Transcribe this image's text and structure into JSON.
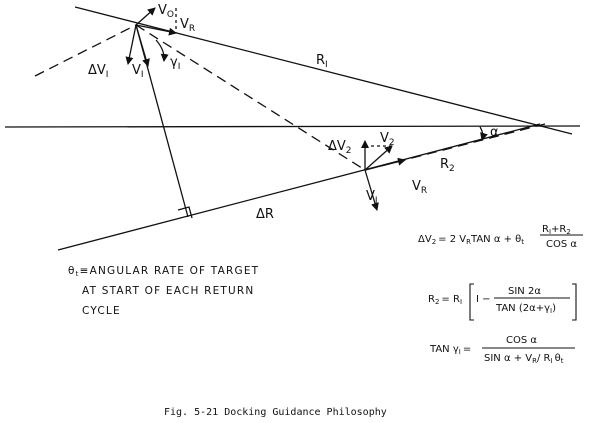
{
  "labels": {
    "v0": "V",
    "v0_sub": "O",
    "vr_top": "V",
    "vr_top_sub": "R",
    "dv1": "ΔV",
    "dv1_sub": "I",
    "v1_top": "V",
    "v1_top_sub": "I",
    "gamma1": "γ",
    "gamma1_sub": "I",
    "r1": "R",
    "r1_sub": "I",
    "dv2": "ΔV",
    "dv2_sub": "2",
    "v2": "V",
    "v2_sub": "2",
    "r2": "R",
    "r2_sub": "2",
    "vr_low": "V",
    "vr_low_sub": "R",
    "v1_low": "V",
    "v1_low_sub": "I",
    "alpha": "α",
    "dr": "ΔR"
  },
  "equations": {
    "eq1_lhs": "ΔV",
    "eq1_lhs_sub": "2",
    "eq1_mid": "= 2 V",
    "eq1_mid_sub": "R",
    "eq1_tan": "TAN α + θ",
    "eq1_theta_sub": "t",
    "eq1_num": "R",
    "eq1_num_sub1": "I",
    "eq1_num_plus": "+R",
    "eq1_num_sub2": "2",
    "eq1_den": "COS α",
    "eq2_lhs": "R",
    "eq2_lhs_sub": "2",
    "eq2_eq": "= R",
    "eq2_eq_sub": "I",
    "eq2_one": "I −",
    "eq2_num": "SIN 2α",
    "eq2_den": "TAN (2α+γ",
    "eq2_den_sub": "I",
    "eq2_den_close": ")",
    "eq3_lhs": "TAN γ",
    "eq3_lhs_sub": "I",
    "eq3_eq": "=",
    "eq3_num": "COS α",
    "eq3_den": "SIN α + V",
    "eq3_den_sub": "R",
    "eq3_den_mid": "/ R",
    "eq3_den_sub2": "I",
    "eq3_den_end": "θ",
    "eq3_den_end_sub": "t"
  },
  "note": {
    "line1_sym": "θ",
    "line1_sub": "t",
    "line1_text": "≡ANGULAR RATE OF TARGET",
    "line2": "AT START OF EACH RETURN",
    "line3": "CYCLE"
  },
  "caption": "Fig. 5-21   Docking Guidance Philosophy"
}
